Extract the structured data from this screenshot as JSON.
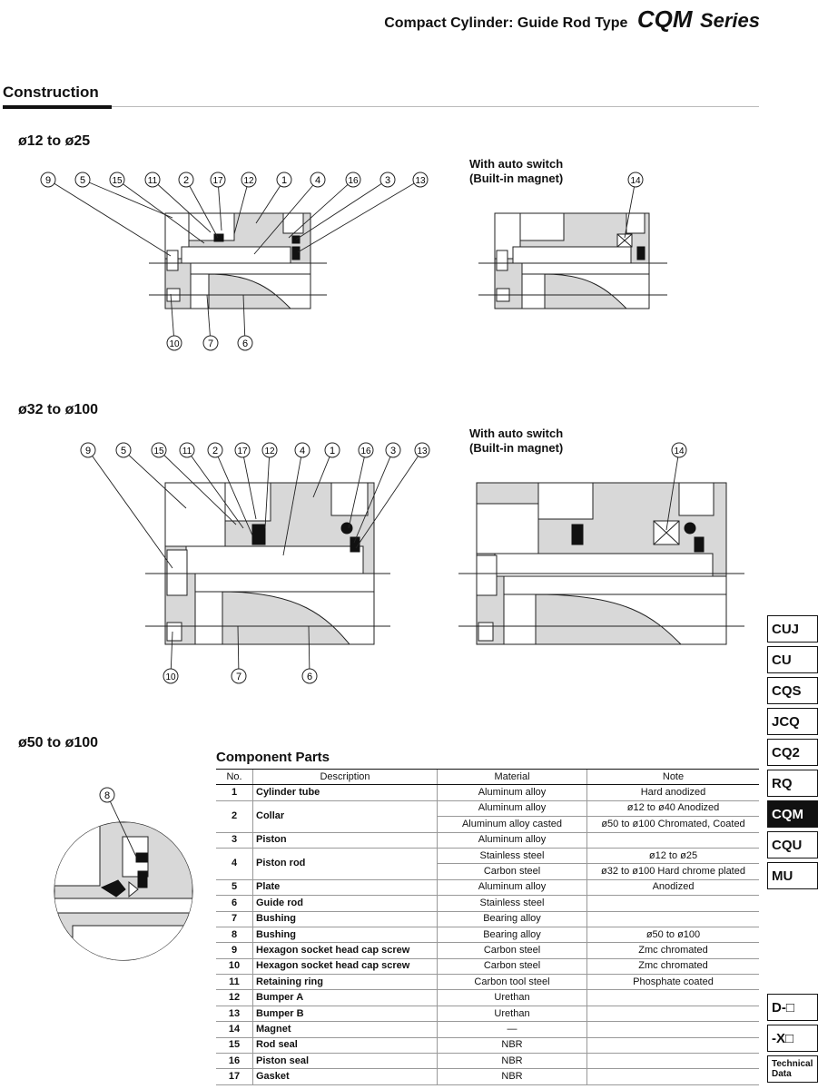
{
  "header": {
    "subtitle": "Compact Cylinder: Guide Rod Type",
    "series_code": "CQM",
    "series_word": "Series"
  },
  "section": {
    "title": "Construction"
  },
  "diagrams": {
    "size_small": "ø12 to ø25",
    "size_large": "ø32 to ø100",
    "size_detail": "ø50 to ø100",
    "auto_switch_line1": "With auto switch",
    "auto_switch_line2": "(Built-in magnet)",
    "small_top_callouts": [
      "9",
      "5",
      "15",
      "11",
      "2",
      "17",
      "12",
      "1",
      "4",
      "16",
      "3",
      "13"
    ],
    "small_bottom_callouts": [
      "10",
      "7",
      "6"
    ],
    "large_top_callouts": [
      "9",
      "5",
      "15",
      "11",
      "2",
      "17",
      "12",
      "4",
      "1",
      "16",
      "3",
      "13"
    ],
    "large_bottom_callouts": [
      "10",
      "7",
      "6"
    ],
    "magnet_callout": "14",
    "detail_callout": "8"
  },
  "tabs": [
    {
      "label": "CUJ",
      "active": false
    },
    {
      "label": "CU",
      "active": false
    },
    {
      "label": "CQS",
      "active": false
    },
    {
      "label": "JCQ",
      "active": false
    },
    {
      "label": "CQ2",
      "active": false
    },
    {
      "label": "RQ",
      "active": false
    },
    {
      "label": "CQM",
      "active": true
    },
    {
      "label": "CQU",
      "active": false
    },
    {
      "label": "MU",
      "active": false
    }
  ],
  "bottom_tabs": {
    "d": "D-□",
    "x": "-X□",
    "tech1": "Technical",
    "tech2": "Data"
  },
  "parts": {
    "title": "Component Parts",
    "headers": [
      "No.",
      "Description",
      "Material",
      "Note"
    ],
    "rows": [
      {
        "no": "1",
        "desc": "Cylinder tube",
        "mat": "Aluminum alloy",
        "note": "Hard anodized"
      },
      {
        "no": "2",
        "desc": "Collar",
        "mat": "Aluminum alloy",
        "note": "ø12 to ø40   Anodized",
        "mat2": "Aluminum alloy casted",
        "note2": "ø50 to ø100   Chromated, Coated"
      },
      {
        "no": "3",
        "desc": "Piston",
        "mat": "Aluminum alloy",
        "note": ""
      },
      {
        "no": "4",
        "desc": "Piston rod",
        "mat": "Stainless steel",
        "note": "ø12 to ø25",
        "mat2": "Carbon steel",
        "note2": "ø32 to ø100   Hard chrome plated"
      },
      {
        "no": "5",
        "desc": "Plate",
        "mat": "Aluminum alloy",
        "note": "Anodized"
      },
      {
        "no": "6",
        "desc": "Guide rod",
        "mat": "Stainless steel",
        "note": ""
      },
      {
        "no": "7",
        "desc": "Bushing",
        "mat": "Bearing alloy",
        "note": ""
      },
      {
        "no": "8",
        "desc": "Bushing",
        "mat": "Bearing alloy",
        "note": "ø50 to ø100"
      },
      {
        "no": "9",
        "desc": "Hexagon socket head cap screw",
        "mat": "Carbon steel",
        "note": "Zmc chromated"
      },
      {
        "no": "10",
        "desc": "Hexagon socket head cap screw",
        "mat": "Carbon steel",
        "note": "Zmc chromated"
      },
      {
        "no": "11",
        "desc": "Retaining ring",
        "mat": "Carbon tool steel",
        "note": "Phosphate coated"
      },
      {
        "no": "12",
        "desc": "Bumper A",
        "mat": "Urethan",
        "note": ""
      },
      {
        "no": "13",
        "desc": "Bumper B",
        "mat": "Urethan",
        "note": ""
      },
      {
        "no": "14",
        "desc": "Magnet",
        "mat": "—",
        "note": ""
      },
      {
        "no": "15",
        "desc": "Rod seal",
        "mat": "NBR",
        "note": ""
      },
      {
        "no": "16",
        "desc": "Piston seal",
        "mat": "NBR",
        "note": ""
      },
      {
        "no": "17",
        "desc": "Gasket",
        "mat": "NBR",
        "note": ""
      }
    ]
  }
}
